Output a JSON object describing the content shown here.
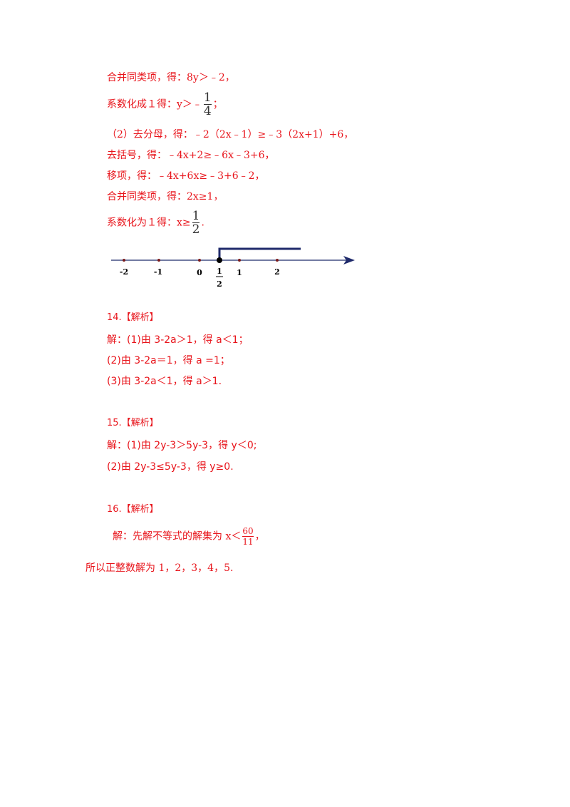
{
  "part1": {
    "line1": "合并同类项，得：8y＞﹣2，",
    "line2_prefix": "系数化成１得：y＞﹣",
    "line2_frac_num": "1",
    "line2_frac_den": "4",
    "line2_suffix": "；",
    "line3": "（2）去分母，得：﹣2（2x﹣1）≥﹣3（2x+1）+6，",
    "line4": "去括号，得：﹣4x+2≥﹣6x﹣3+6，",
    "line5": "移项，得：﹣4x+6x≥﹣3+6﹣2，",
    "line6": "合并同类项，得：2x≥1，",
    "line7_prefix": "系数化为１得：x≥",
    "line7_frac_num": "1",
    "line7_frac_den": "2",
    "line7_suffix": "."
  },
  "numberline": {
    "ticks": [
      "-2",
      "-1",
      "0",
      "1",
      "2"
    ],
    "half_num": "1",
    "half_den": "2",
    "colors": {
      "axis": "#1f2a6b",
      "ray": "#1f2a6b",
      "point": "#000000",
      "tick_dot": "#7a1a1a"
    }
  },
  "q14": {
    "heading": "14.【解析】",
    "l1": "解：(1)由 3-2a＞1，得 a＜1；",
    "l2": "(2)由 3-2a＝1，得 a  =1；",
    "l3": "(3)由 3-2a＜1，得 a＞1."
  },
  "q15": {
    "heading": "15.【解析】",
    "l1": "解：(1)由 2y-3＞5y-3，得 y＜0;",
    "l2": "(2)由 2y-3≤5y-3，得 y≥0."
  },
  "q16": {
    "heading": "16.【解析】",
    "l1_prefix": "解：先解不等式的解集为 x＜",
    "l1_frac_num": "60",
    "l1_frac_den": "11",
    "l1_suffix": "，",
    "l2": "所以正整数解为 1，2，3，4，5."
  },
  "colors": {
    "text": "#e8141b"
  }
}
